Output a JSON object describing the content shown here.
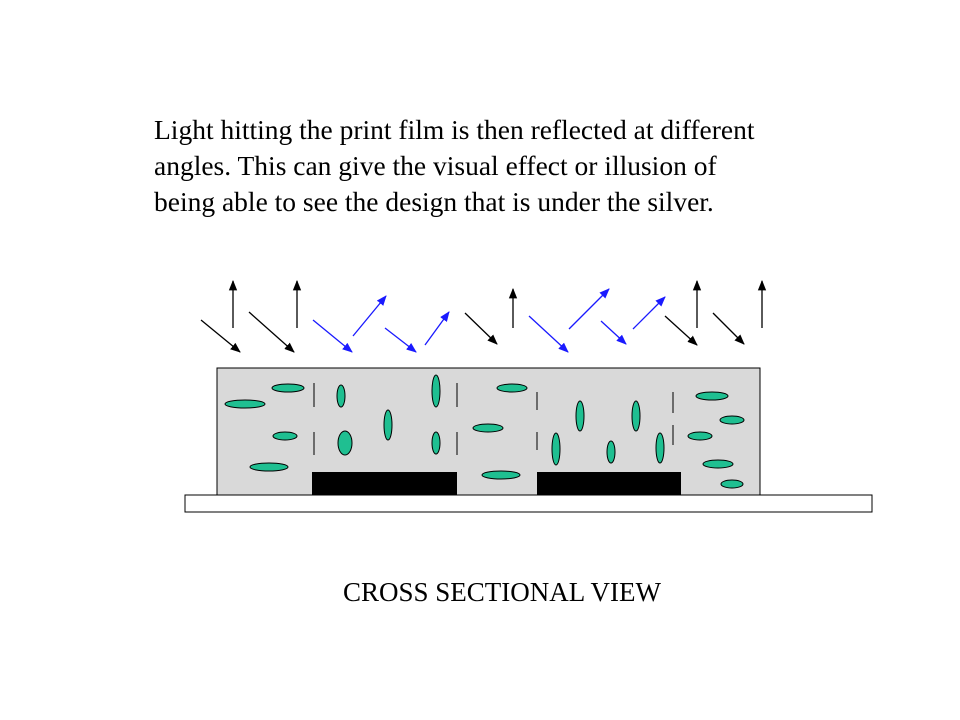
{
  "description": {
    "lines": [
      "Light hitting the print film is then reflected at different",
      "angles. This can give the visual effect or illusion of",
      "being able to see the design that is under the silver."
    ]
  },
  "caption": "CROSS SECTIONAL VIEW",
  "colors": {
    "film_fill": "#d9d9d9",
    "particle_fill": "#1fbf91",
    "blocks": "#000000",
    "incident_arrow": "#000000",
    "reflected_arrow": "#1a1aff",
    "base_fill": "#ffffff"
  }
}
